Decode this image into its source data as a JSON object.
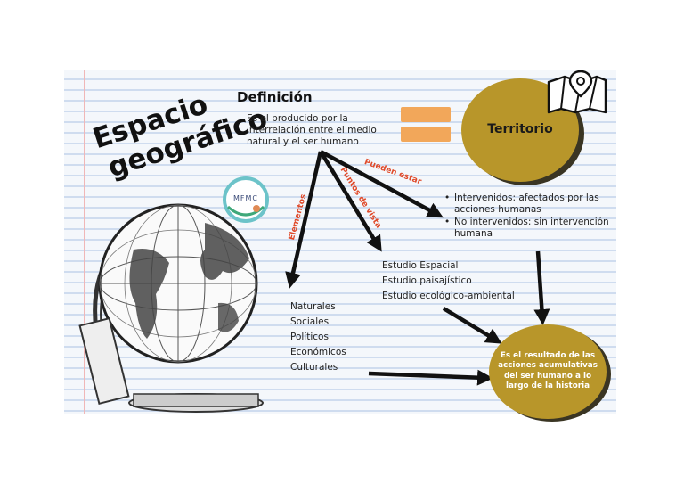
{
  "title_line1": "Espacio",
  "title_line2": "geográfico",
  "definition": {
    "heading": "Definición",
    "text": "Es el producido por la interrelación entre el medio natural y el ser humano"
  },
  "territory": {
    "label": "Territorio"
  },
  "arrow_labels": {
    "elementos": "Elementos",
    "puntos_de_vista": "Puntos de vista",
    "pueden_estar": "Pueden estar"
  },
  "states": [
    "Intervenidos: afectados por las acciones humanas",
    "No intervenidos: sin intervención humana"
  ],
  "studies": [
    "Estudio Espacial",
    "Estudio paisajístico",
    "Estudio ecológico-ambiental"
  ],
  "elements": [
    "Naturales",
    "Sociales",
    "Políticos",
    "Económicos",
    "Culturales"
  ],
  "result": {
    "text": "Es el resultado de las acciones acumulativas del ser humano a lo largo de la historia"
  },
  "logo": {
    "text": "MFMC"
  },
  "icons": [
    "globe-illustration",
    "map-pin-icon",
    "logo-badge"
  ],
  "colors": {
    "gold": "#b8962a",
    "orange": "#f2a75a",
    "red_label": "#e04a2a",
    "shadow": "#3a3523"
  }
}
